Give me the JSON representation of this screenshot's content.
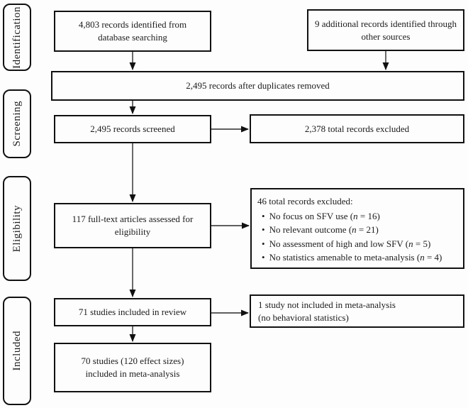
{
  "stages": [
    {
      "label": "Identification"
    },
    {
      "label": "Screening"
    },
    {
      "label": "Eligibility"
    },
    {
      "label": "Included"
    }
  ],
  "flow": {
    "db_search": "4,803 records identified from\ndatabase searching",
    "other_sources": "9 additional records identified through\nother sources",
    "after_duplicates": "2,495 records after duplicates removed",
    "screened": "2,495 records screened",
    "screening_excluded": "2,378 total records excluded",
    "fulltext_assessed": "117 full-text articles assessed for\neligibility",
    "included_review": "71 studies included in review",
    "included_meta": "70 studies (120 effect sizes)\nincluded in meta-analysis",
    "not_in_meta": "1 study not included in meta-analysis\n(no behavioral statistics)"
  },
  "eligibility_excluded": {
    "title": "46 total records excluded:",
    "bullets": [
      {
        "pre": "No focus on SFV use (",
        "var": "n",
        "post": " = 16)"
      },
      {
        "pre": "No relevant outcome (",
        "var": "n",
        "post": " = 21)"
      },
      {
        "pre": "No assessment of high and low SFV (",
        "var": "n",
        "post": " = 5)"
      },
      {
        "pre": "No statistics amenable to meta-analysis (",
        "var": "n",
        "post": " = 4)"
      }
    ]
  },
  "colors": {
    "background": "#fdfdfd",
    "border": "#111111",
    "text": "#1c1c1c",
    "arrow": "#2b2b2b"
  }
}
